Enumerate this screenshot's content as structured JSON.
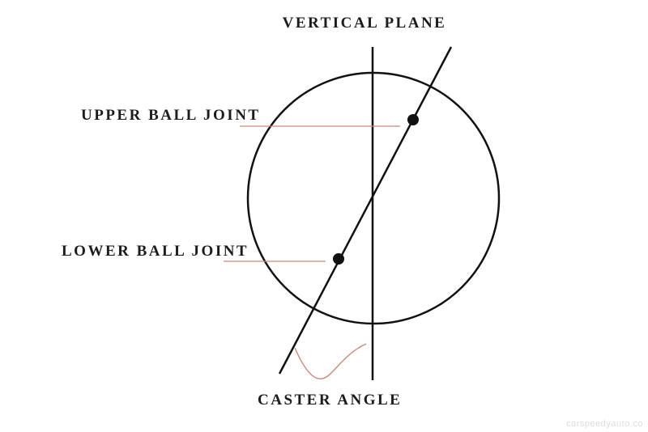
{
  "diagram": {
    "title": "VERTICAL PLANE",
    "labels": {
      "vertical_plane": "VERTICAL PLANE",
      "upper_ball_joint": "UPPER BALL JOINT",
      "lower_ball_joint": "LOWER BALL JOINT",
      "caster_angle": "CASTER ANGLE"
    },
    "elements": {
      "wheel_circle": "circle representing wheel",
      "vertical_plane_line": "vertical reference line",
      "steering_axis_line": "inclined line through ball joints",
      "upper_ball_joint_dot": "filled dot on steering axis (upper)",
      "lower_ball_joint_dot": "filled dot on steering axis (lower)",
      "angle_squiggle": "curved mark between lines indicating caster angle"
    },
    "colors": {
      "background": "#ffffff",
      "diagram_line": "#111111",
      "leader_line": "#c9897f",
      "watermark_text": "#dcdcdc",
      "label_text": "#1c1c1c"
    },
    "watermark": "carspeedyauto.co"
  }
}
